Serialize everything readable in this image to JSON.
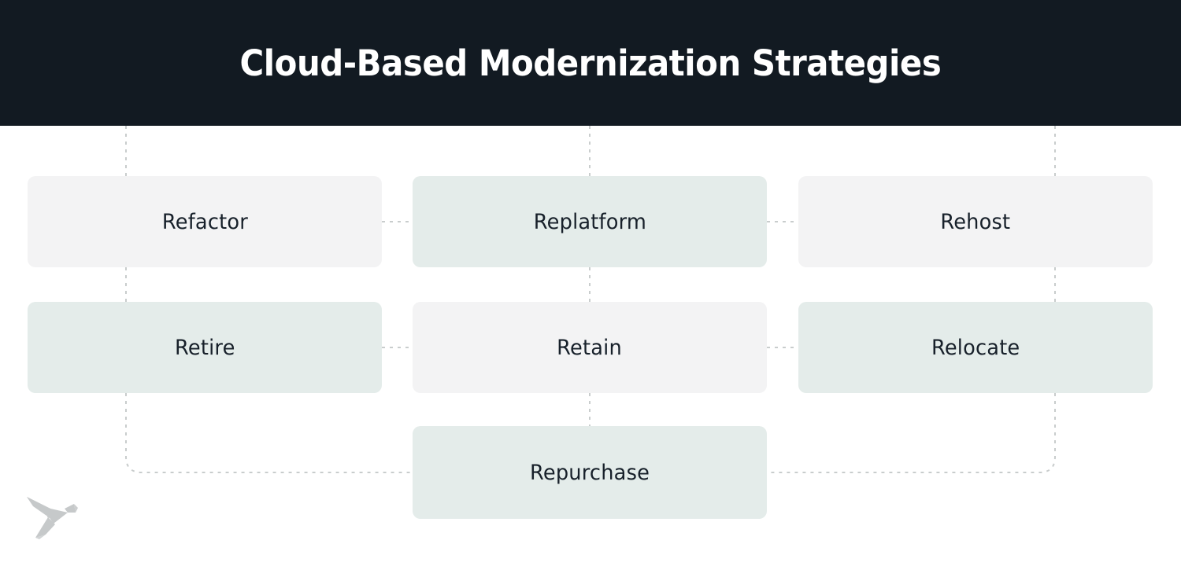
{
  "header": {
    "title": "Cloud-Based Modernization Strategies",
    "background": "#121a22",
    "text_color": "#ffffff"
  },
  "diagram": {
    "type": "grid-flow",
    "background": "#ffffff",
    "connector_color": "#c9cdcd",
    "connector_style": "dashed",
    "node_text_color": "#17202a",
    "fills": {
      "grey": "#f3f3f4",
      "teal": "#e4ecea"
    },
    "nodes": [
      {
        "id": "refactor",
        "label": "Refactor",
        "fill": "grey",
        "row": 1,
        "col": 1
      },
      {
        "id": "replatform",
        "label": "Replatform",
        "fill": "teal",
        "row": 1,
        "col": 2
      },
      {
        "id": "rehost",
        "label": "Rehost",
        "fill": "grey",
        "row": 1,
        "col": 3
      },
      {
        "id": "retire",
        "label": "Retire",
        "fill": "teal",
        "row": 2,
        "col": 1
      },
      {
        "id": "retain",
        "label": "Retain",
        "fill": "grey",
        "row": 2,
        "col": 2
      },
      {
        "id": "relocate",
        "label": "Relocate",
        "fill": "teal",
        "row": 2,
        "col": 3
      },
      {
        "id": "repurchase",
        "label": "Repurchase",
        "fill": "teal",
        "row": 3,
        "col": 2
      }
    ]
  },
  "logo": {
    "name": "origami-bird-logo",
    "color": "#c6c9ca"
  }
}
